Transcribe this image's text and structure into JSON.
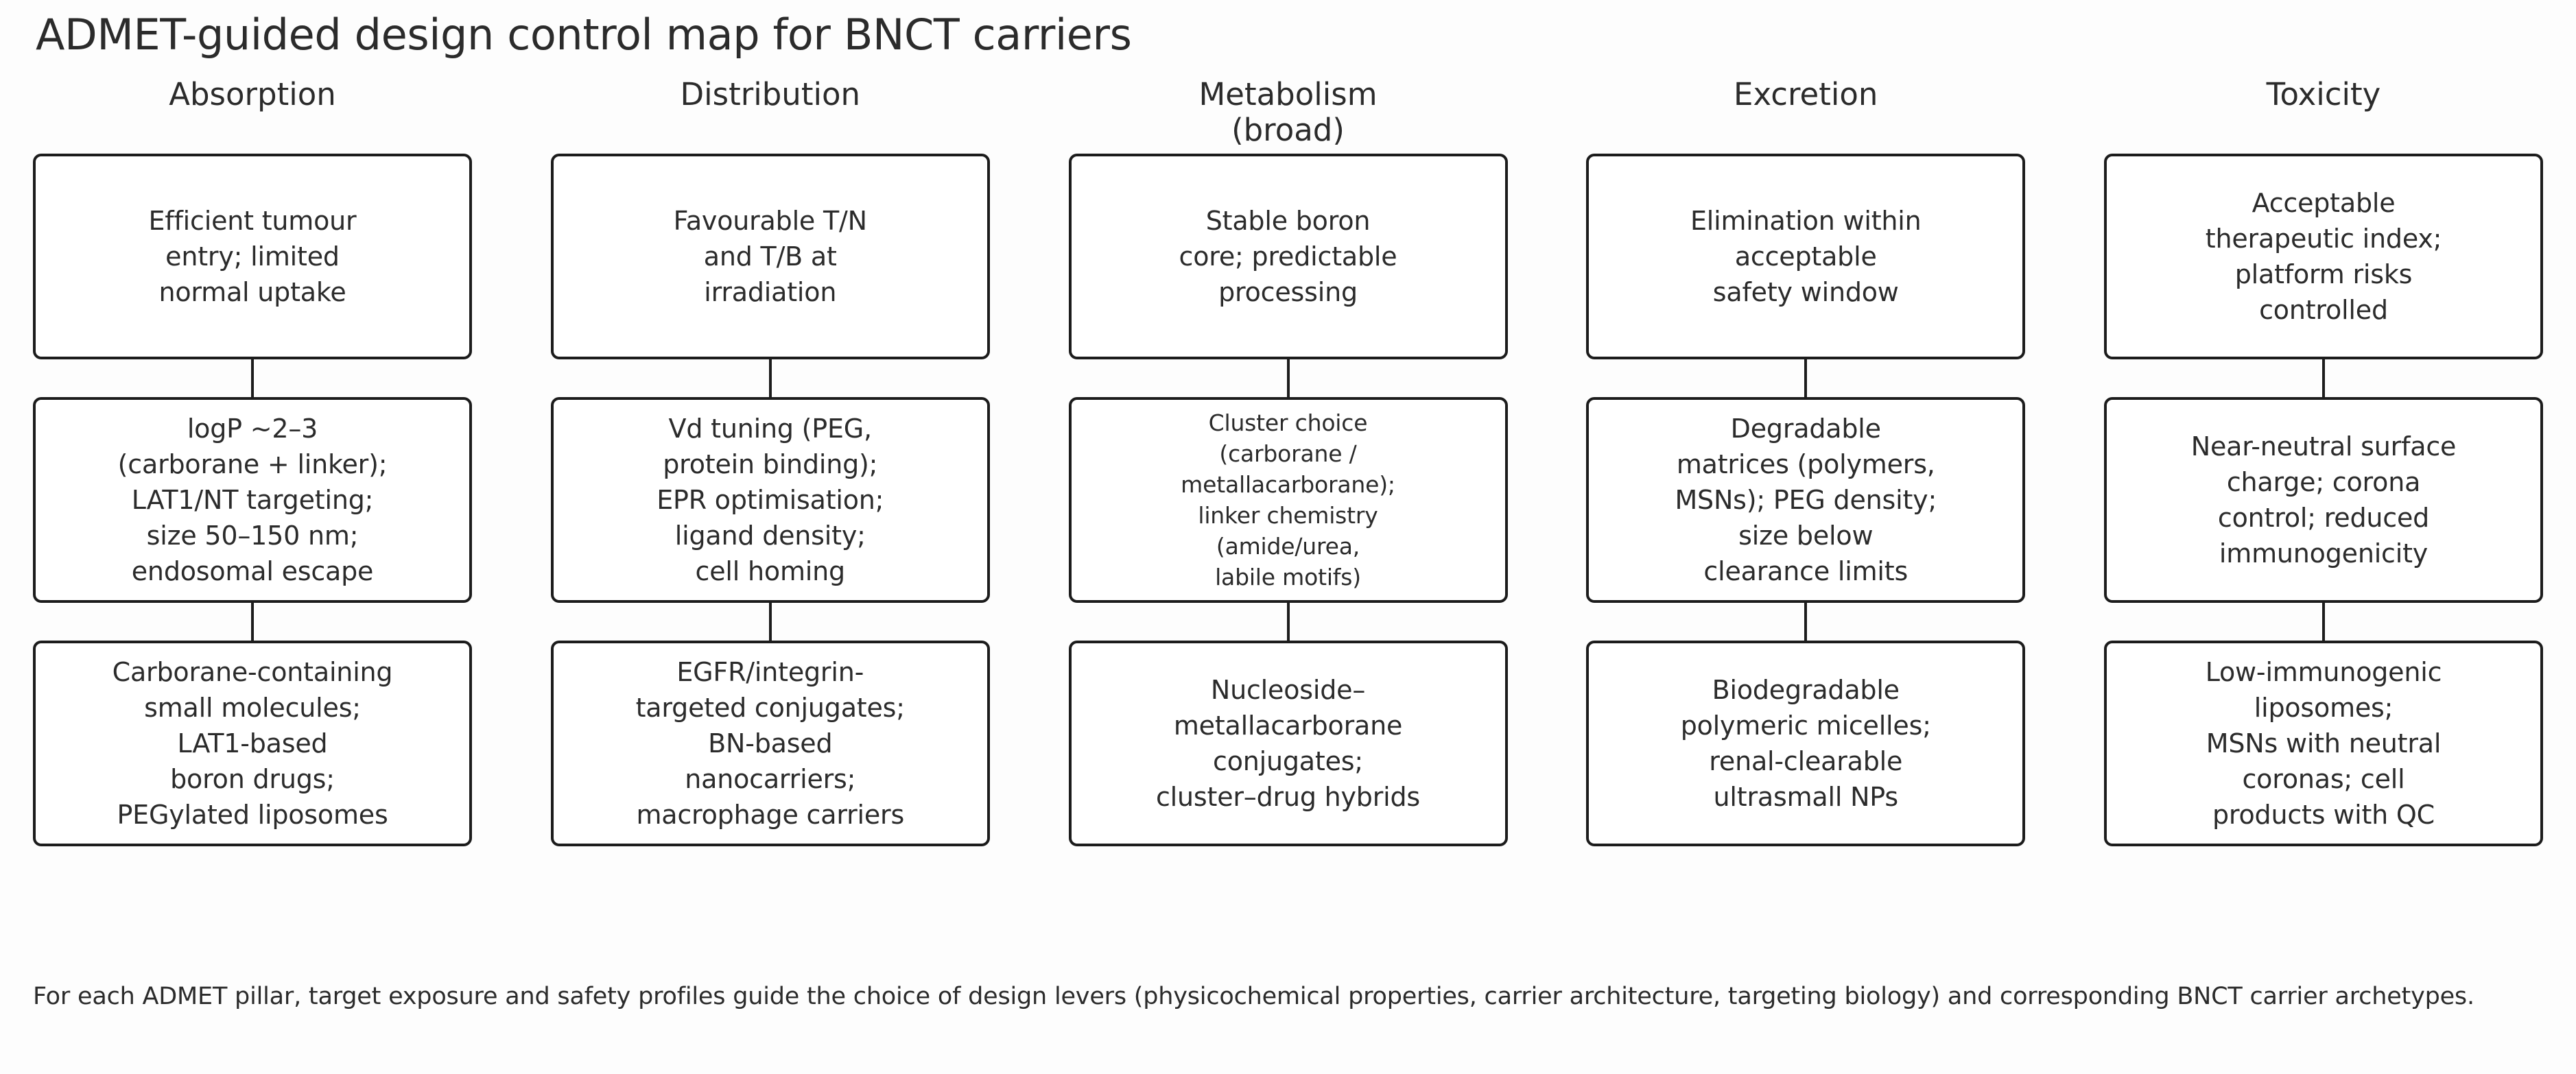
{
  "title": "ADMET-guided design control map for BNCT carriers",
  "caption": "For each ADMET pillar, target exposure and safety profiles guide the choice of design levers (physicochemical properties, carrier architecture, targeting biology) and corresponding BNCT carrier archetypes.",
  "colors": {
    "border": "#1c1c1c",
    "text": "#2b2b2b",
    "background": "#fdfdfd",
    "node_fill": "#ffffff"
  },
  "columns": [
    {
      "header_line1": "Absorption",
      "header_line2": "",
      "nodes": [
        {
          "text": "Efficient tumour\nentry; limited\nnormal uptake",
          "size": "normal"
        },
        {
          "text": "logP ~2–3\n(carborane + linker);\nLAT1/NT targeting;\nsize 50–150 nm;\nendosomal escape",
          "size": "normal"
        },
        {
          "text": "Carborane-containing\nsmall molecules;\nLAT1-based\nboron drugs;\nPEGylated liposomes",
          "size": "normal"
        }
      ]
    },
    {
      "header_line1": "Distribution",
      "header_line2": "",
      "nodes": [
        {
          "text": "Favourable T/N\nand T/B at\nirradiation",
          "size": "normal"
        },
        {
          "text": "Vd tuning (PEG,\nprotein binding);\nEPR optimisation;\nligand density;\ncell homing",
          "size": "normal"
        },
        {
          "text": "EGFR/integrin-\ntargeted conjugates;\nBN-based\nnanocarriers;\nmacrophage carriers",
          "size": "normal"
        }
      ]
    },
    {
      "header_line1": "Metabolism",
      "header_line2": "(broad)",
      "nodes": [
        {
          "text": "Stable boron\ncore; predictable\nprocessing",
          "size": "normal"
        },
        {
          "text": "Cluster choice\n(carborane /\nmetallacarborane);\nlinker chemistry\n(amide/urea,\nlabile motifs)",
          "size": "small"
        },
        {
          "text": "Nucleoside–\nmetallacarborane\nconjugates;\ncluster–drug hybrids",
          "size": "normal"
        }
      ]
    },
    {
      "header_line1": "Excretion",
      "header_line2": "",
      "nodes": [
        {
          "text": "Elimination within\nacceptable\nsafety window",
          "size": "normal"
        },
        {
          "text": "Degradable\nmatrices (polymers,\nMSNs); PEG density;\nsize below\nclearance limits",
          "size": "normal"
        },
        {
          "text": "Biodegradable\npolymeric micelles;\nrenal-clearable\nultrasmall NPs",
          "size": "normal"
        }
      ]
    },
    {
      "header_line1": "Toxicity",
      "header_line2": "",
      "nodes": [
        {
          "text": "Acceptable\ntherapeutic index;\nplatform risks\ncontrolled",
          "size": "normal"
        },
        {
          "text": "Near-neutral surface\ncharge; corona\ncontrol; reduced\nimmunogenicity",
          "size": "normal"
        },
        {
          "text": "Low-immunogenic\nliposomes;\nMSNs with neutral\ncoronas; cell\nproducts with QC",
          "size": "normal"
        }
      ]
    }
  ]
}
